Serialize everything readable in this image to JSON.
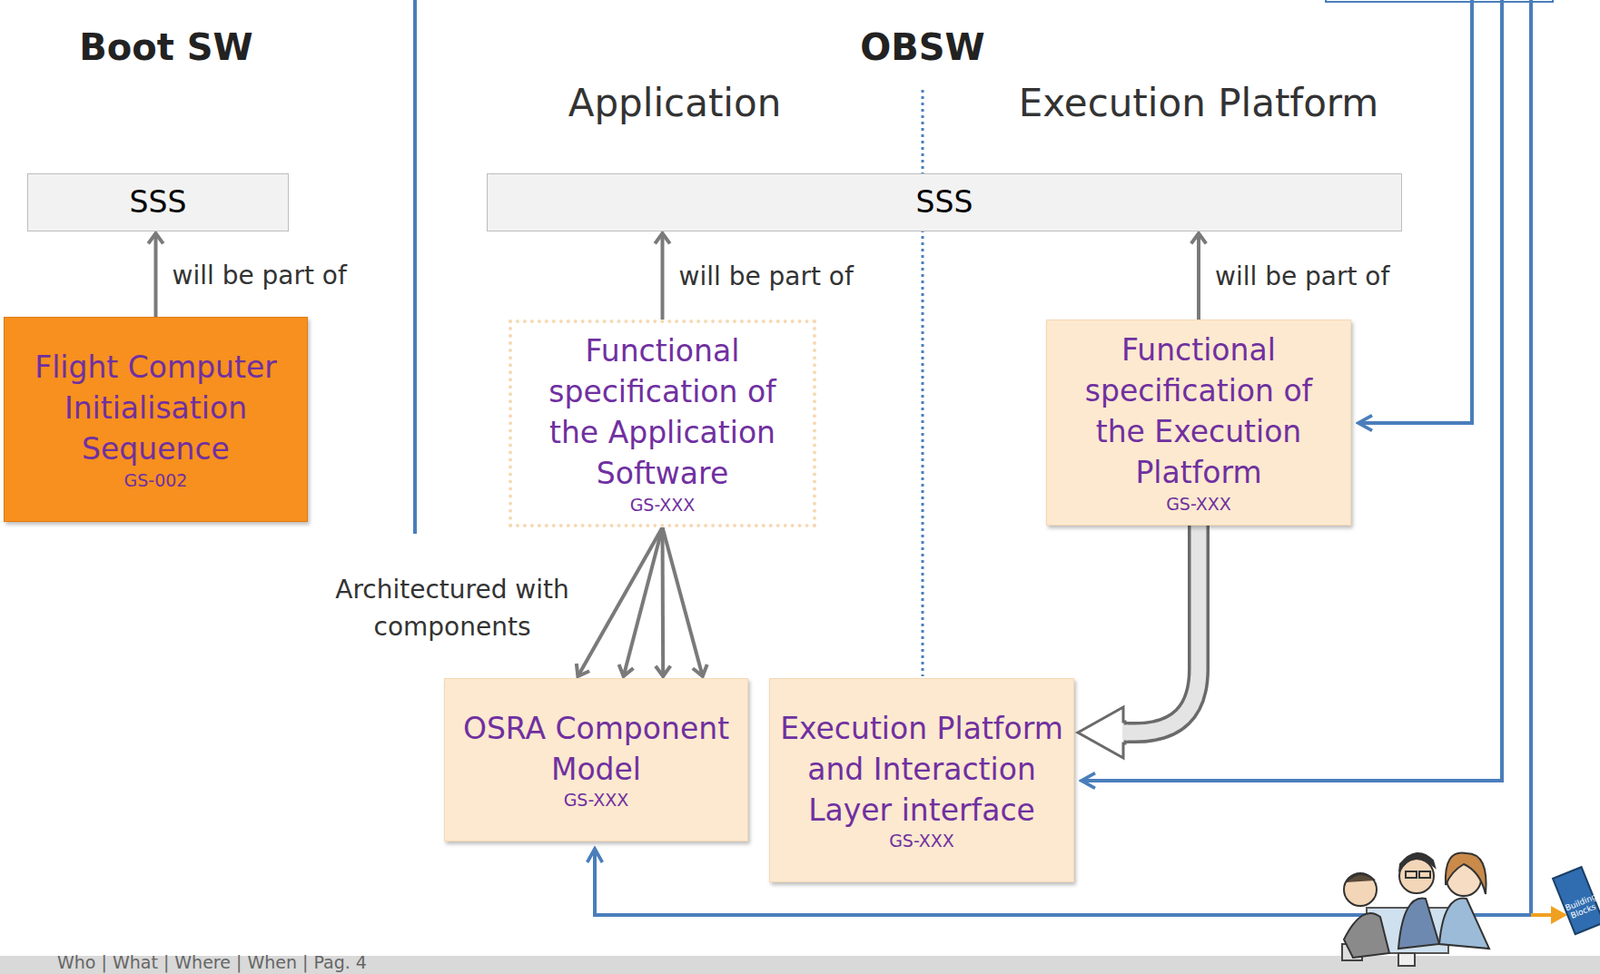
{
  "diagram": {
    "nodes": [
      {
        "text": [
          "SSS"
        ]
      },
      {
        "text": [
          "SSS"
        ]
      },
      {
        "text": [
          "Flight Computer Initialisation Sequence",
          "GS-002"
        ]
      },
      {
        "text": [
          "Functional specification of the Application Software",
          "GS-XXX"
        ]
      },
      {
        "text": [
          "Functional specification of the Execution Platform",
          "GS-XXX"
        ]
      },
      {
        "text": [
          "OSRA Component Model",
          "GS-XXX"
        ]
      },
      {
        "text": [
          "Execution Platform and Interaction Layer interface",
          "GS-XXX"
        ]
      }
    ],
    "edges": [
      {
        "from": 2,
        "to": 0,
        "arrow": "to",
        "label": "will be part of"
      },
      {
        "from": 3,
        "to": 1,
        "arrow": "to",
        "label": "will be part of"
      },
      {
        "from": 4,
        "to": 1,
        "arrow": "to",
        "label": "will be part of"
      },
      {
        "from": 3,
        "to": 5,
        "arrow": "to",
        "label": "Architectured with components"
      },
      {
        "from": 3,
        "to": 5,
        "arrow": "to"
      },
      {
        "from": 3,
        "to": 5,
        "arrow": "to"
      },
      {
        "from": 3,
        "to": 5,
        "arrow": "to"
      },
      {
        "from": 4,
        "to": 6,
        "arrow": "to"
      }
    ],
    "labels": [
      "Boot SW",
      "OBSW",
      "Application",
      "Execution Platform",
      "Who | What | Where | When | Pag. 4",
      "Building Blocks"
    ]
  }
}
